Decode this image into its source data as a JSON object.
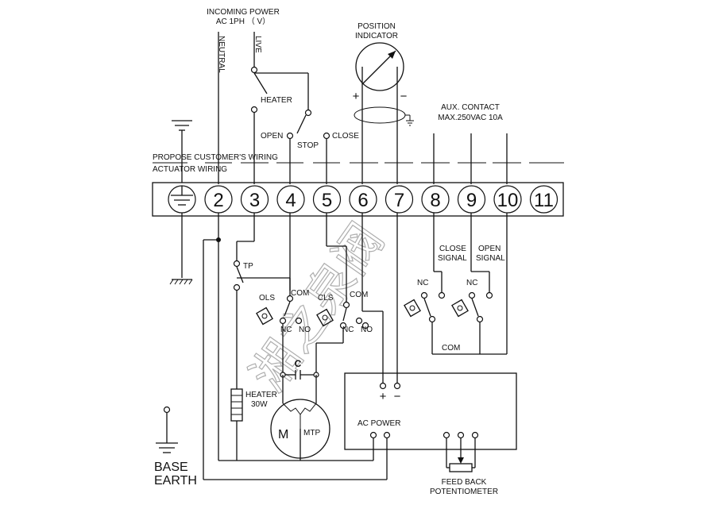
{
  "labels": {
    "incoming_power": "INCOMING POWER",
    "ac_1ph": "AC 1PH （ V）",
    "neutral": "NEUTRAL",
    "live": "LIVE",
    "heater": "HEATER",
    "stop": "STOP",
    "open": "OPEN",
    "close": "CLOSE",
    "position_indicator_1": "POSITION",
    "position_indicator_2": "INDICATOR",
    "plus": "+",
    "minus": "−",
    "aux_contact_1": "AUX. CONTACT",
    "aux_contact_2": "MAX.250VAC 10A",
    "customer_wiring": "PROPOSE CUSTOMER'S WIRING",
    "actuator_wiring": "ACTUATOR WIRING",
    "tp": "TP",
    "ols": "OLS",
    "cls": "CLS",
    "com": "COM",
    "nc": "NC",
    "no": "NO",
    "close_signal_1": "CLOSE",
    "close_signal_2": "SIGNAL",
    "open_signal_1": "OPEN",
    "open_signal_2": "SIGNAL",
    "capacitor": "C",
    "heater_30w_1": "HEATER",
    "heater_30w_2": "30W",
    "motor": "M",
    "mtp": "MTP",
    "ac_power": "AC POWER",
    "base_earth_1": "BASE",
    "base_earth_2": "EARTH",
    "feedback_1": "FEED BACK",
    "feedback_2": "POTENTIOMETER"
  },
  "terminals": [
    "2",
    "3",
    "4",
    "5",
    "6",
    "7",
    "8",
    "9",
    "10",
    "11"
  ],
  "watermark": "湘之泉阀"
}
